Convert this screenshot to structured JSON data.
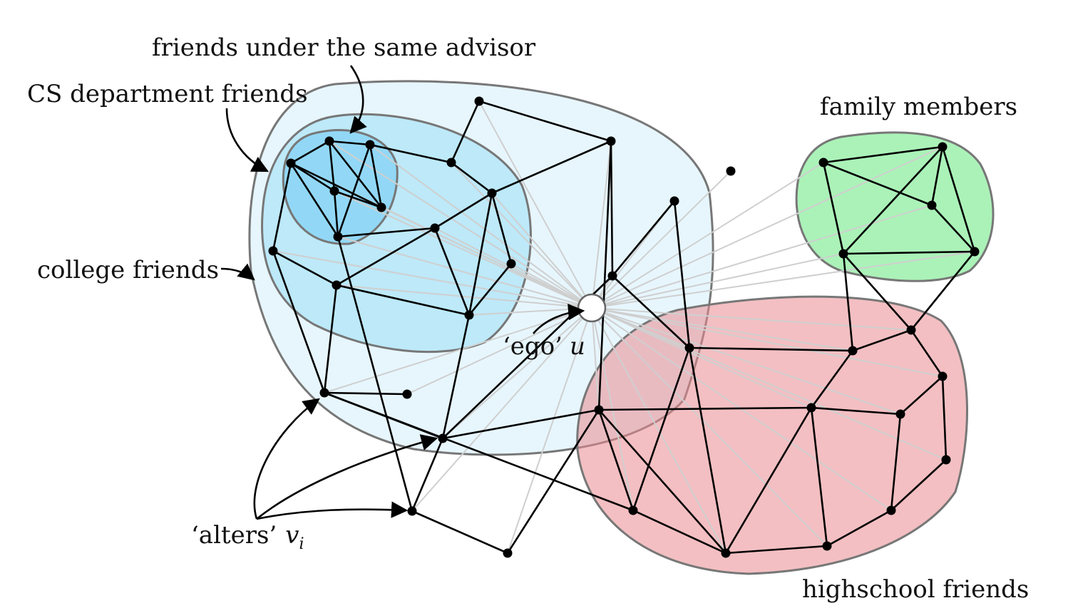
{
  "labels": {
    "advisor": "friends under the same advisor",
    "cs_department": "CS department friends",
    "family": "family members",
    "college": "college friends",
    "ego_quote": "‘ego’",
    "ego_var": "u",
    "alters_quote": "‘alters’",
    "alters_var": "v",
    "alters_sub": "i",
    "highschool": "highschool friends"
  },
  "colors": {
    "college_fill": "#e6f6fd",
    "cs_fill": "#b5e6f8",
    "advisor_fill": "#8dd6f5",
    "family_fill": "#a6f1b4",
    "highschool_fill": "#f1b7b9",
    "edge": "#000000",
    "ego_edge": "#cfcfcf"
  }
}
